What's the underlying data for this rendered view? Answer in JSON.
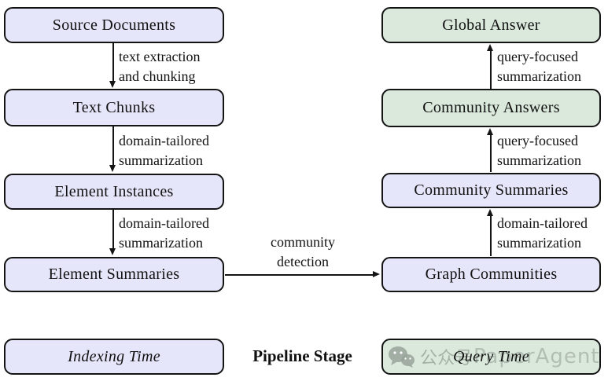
{
  "nodes": {
    "source_documents": {
      "label": "Source Documents",
      "stage": "indexing"
    },
    "text_chunks": {
      "label": "Text Chunks",
      "stage": "indexing"
    },
    "element_instances": {
      "label": "Element Instances",
      "stage": "indexing"
    },
    "element_summaries": {
      "label": "Element Summaries",
      "stage": "indexing"
    },
    "graph_communities": {
      "label": "Graph Communities",
      "stage": "indexing"
    },
    "community_summaries": {
      "label": "Community Summaries",
      "stage": "indexing"
    },
    "community_answers": {
      "label": "Community Answers",
      "stage": "query"
    },
    "global_answer": {
      "label": "Global Answer",
      "stage": "query"
    }
  },
  "edges": {
    "source_to_chunks": {
      "line1": "text extraction",
      "line2": "and chunking"
    },
    "chunks_to_instances": {
      "line1": "domain-tailored",
      "line2": "summarization"
    },
    "instances_to_summaries": {
      "line1": "domain-tailored",
      "line2": "summarization"
    },
    "summaries_to_communities": {
      "line1": "community",
      "line2": "detection"
    },
    "communities_to_csummaries": {
      "line1": "domain-tailored",
      "line2": "summarization"
    },
    "csummaries_to_canswers": {
      "line1": "query-focused",
      "line2": "summarization"
    },
    "canswers_to_global": {
      "line1": "query-focused",
      "line2": "summarization"
    }
  },
  "legend": {
    "indexing_time": "Indexing Time",
    "pipeline_stage": "Pipeline Stage",
    "query_time": "Query Time"
  },
  "watermark": {
    "icon": "wechat-icon",
    "account_text": "公众号",
    "brand_text": "PaperAgent"
  },
  "colors": {
    "indexing_fill": "#E6E6FA",
    "query_fill": "#DAE9DC",
    "border": "#141414",
    "watermark_gray": "#98a29a"
  }
}
